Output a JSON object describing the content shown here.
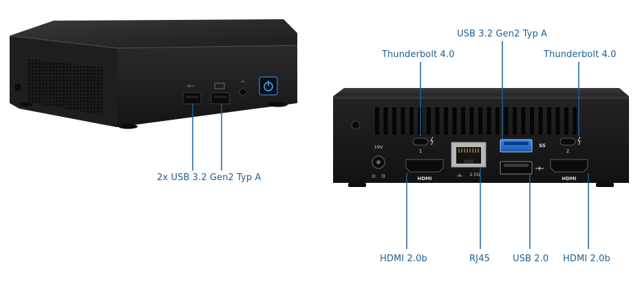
{
  "labels": {
    "usb_front": "2x USB 3.2 Gen2 Typ A",
    "thunderbolt_left": "Thunderbolt 4.0",
    "usb_rear_top": "USB 3.2 Gen2 Typ A",
    "thunderbolt_right": "Thunderbolt 4.0",
    "hdmi_left": "HDMI 2.0b",
    "rj45": "RJ45",
    "usb2": "USB 2.0",
    "hdmi_right": "HDMI 2.0b"
  },
  "port_marks": {
    "hdmi": "HDMI",
    "dc_in": "19V",
    "tb_left_num": "1",
    "tb_right_num": "2",
    "lan_speed": "2.5G",
    "usb_ss": "SS"
  },
  "colors": {
    "callout": "#1b5d94",
    "usb3_port": "#1f66c8",
    "power_led": "#2f8fe8",
    "chassis": "#1c1c1e"
  }
}
